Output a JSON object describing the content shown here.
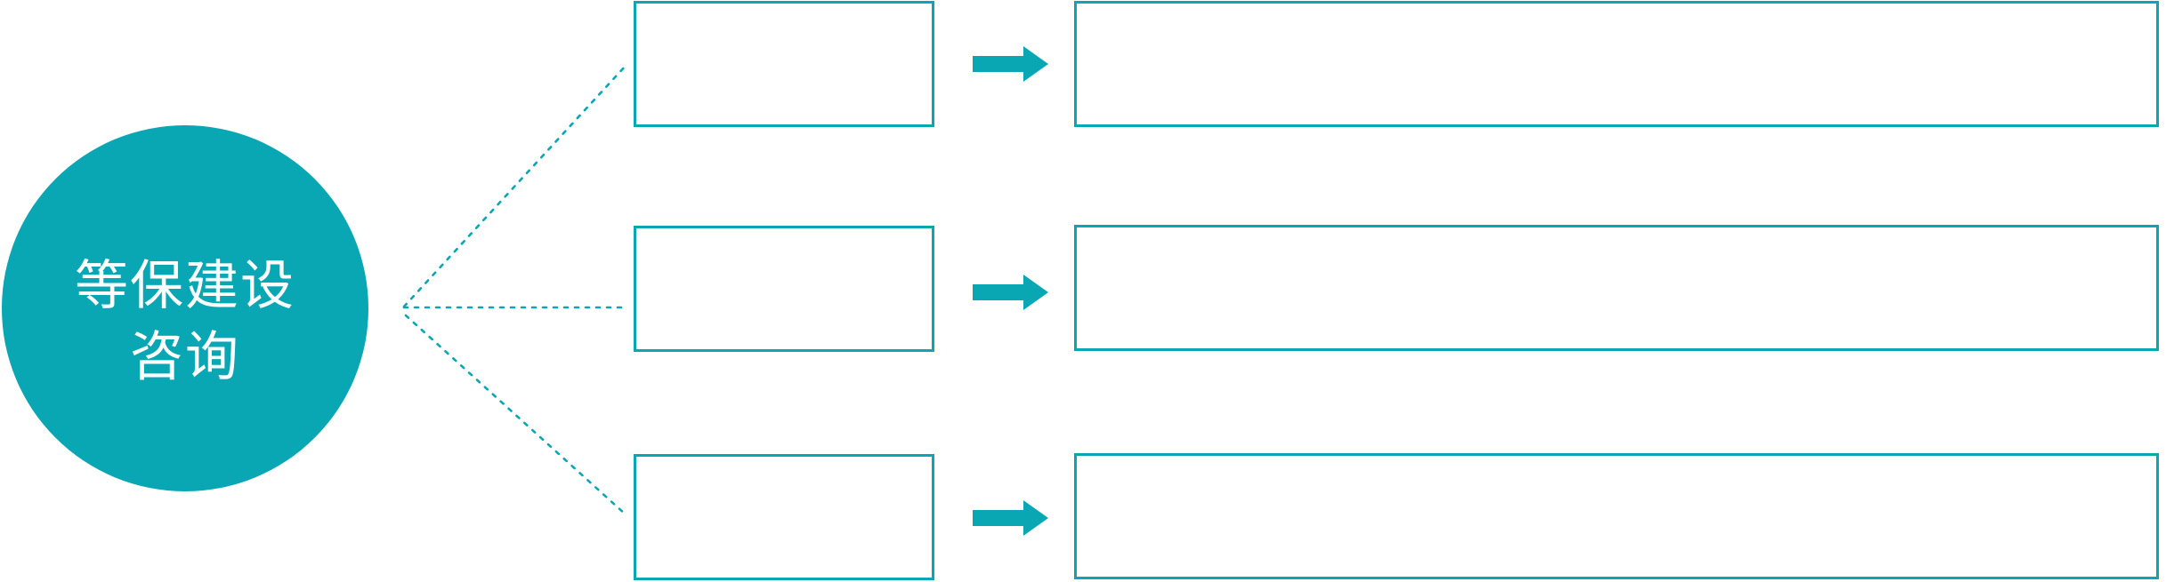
{
  "diagram": {
    "accent_color": "#09a7b4",
    "background_color": "#ffffff",
    "hub": {
      "label_line1": "等保建设",
      "label_line2": "咨询",
      "text_color": "#ffffff"
    },
    "rows": [
      {
        "category_text": "",
        "arrow_icon": "right-block-arrow",
        "detail_text": ""
      },
      {
        "category_text": "",
        "arrow_icon": "right-block-arrow",
        "detail_text": ""
      },
      {
        "category_text": "",
        "arrow_icon": "right-block-arrow",
        "detail_text": ""
      }
    ]
  }
}
